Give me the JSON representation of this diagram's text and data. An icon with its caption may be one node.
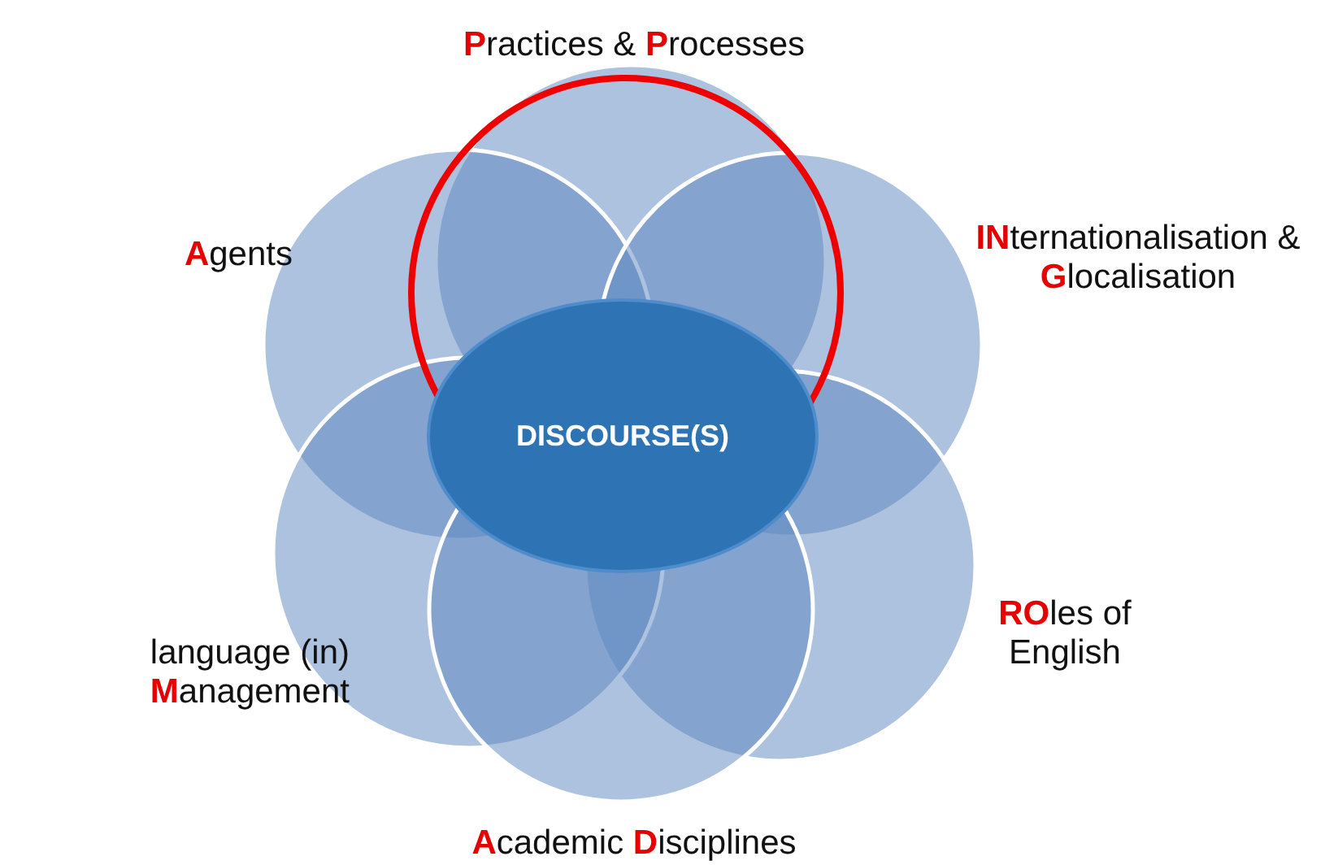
{
  "diagram": {
    "nodes": [
      {
        "text": [
          "**P**ractices & **P**rocesses"
        ]
      },
      {
        "text": [
          "**A**gents"
        ]
      },
      {
        "text": [
          "**IN**ternationalisation & **G**localisation"
        ]
      },
      {
        "text": [
          "DISCOURSE(S)"
        ]
      },
      {
        "text": [
          "**RO**les of English"
        ]
      },
      {
        "text": [
          "language (in) **M**anagement"
        ]
      },
      {
        "text": [
          "**A**cademic **D**isciplines"
        ]
      }
    ],
    "edges": []
  }
}
